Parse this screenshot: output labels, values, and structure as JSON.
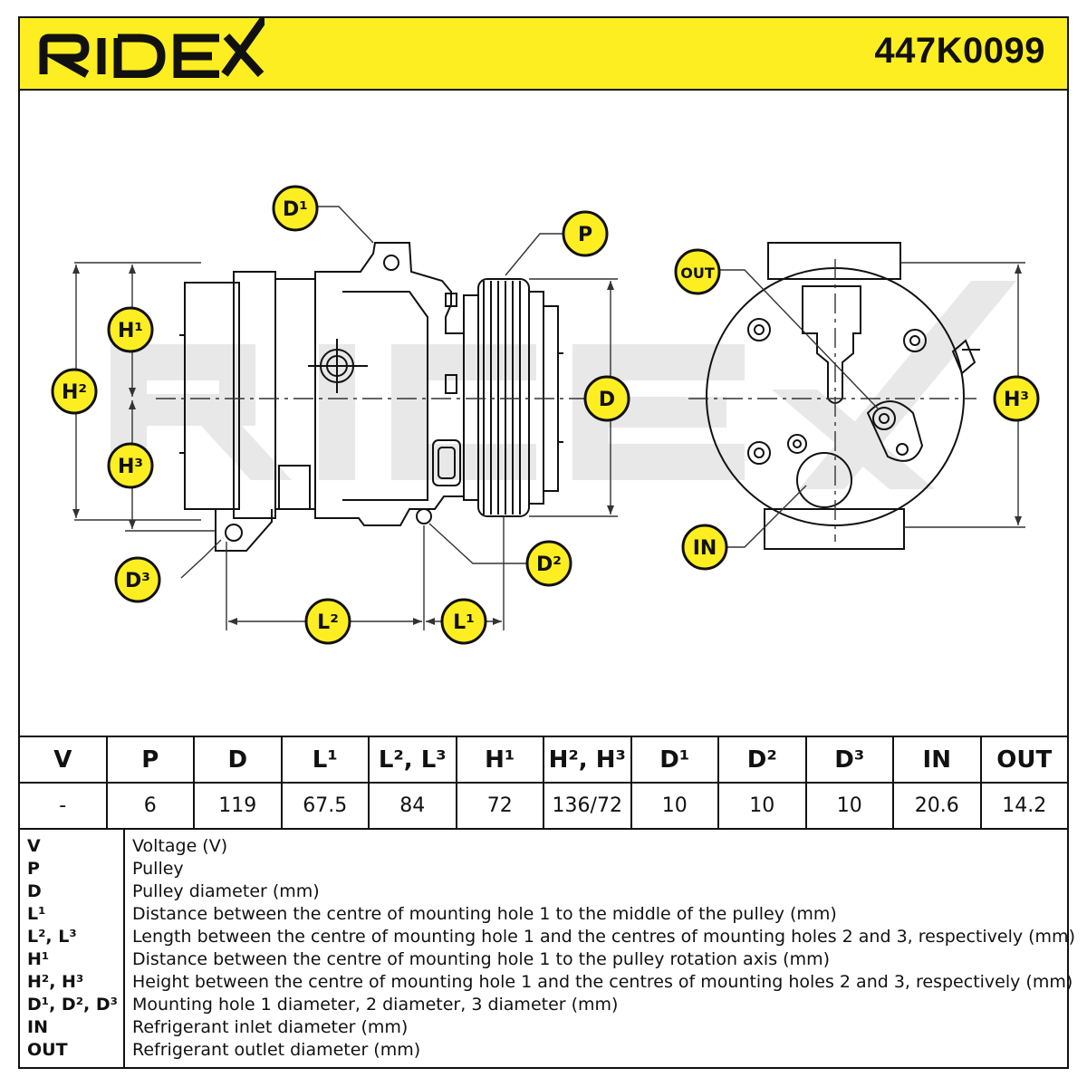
{
  "header": {
    "brand": "RIDEX",
    "part_number": "447K0099"
  },
  "watermark": "RIDEX",
  "colors": {
    "header_bg": "#fdee21",
    "badge_bg": "#fdee21",
    "badge_border": "#111111",
    "watermark": "#e6e6e6"
  },
  "callouts": {
    "d1": "D¹",
    "p": "P",
    "h1": "H¹",
    "h2": "H²",
    "h3_left": "H³",
    "d": "D",
    "d3": "D³",
    "d2": "D²",
    "l2": "L²",
    "l1": "L¹",
    "out": "OUT",
    "in": "IN",
    "h3_right": "H³"
  },
  "spec_table": {
    "headers": [
      "V",
      "P",
      "D",
      "L¹",
      "L², L³",
      "H¹",
      "H², H³",
      "D¹",
      "D²",
      "D³",
      "IN",
      "OUT"
    ],
    "values": [
      "-",
      "6",
      "119",
      "67.5",
      "84",
      "72",
      "136/72",
      "10",
      "10",
      "10",
      "20.6",
      "14.2"
    ]
  },
  "legend": [
    {
      "key": "V",
      "desc": "Voltage (V)"
    },
    {
      "key": "P",
      "desc": "Pulley"
    },
    {
      "key": "D",
      "desc": "Pulley diameter (mm)"
    },
    {
      "key": "L¹",
      "desc": "Distance between the centre of mounting hole 1 to the middle of the pulley (mm)"
    },
    {
      "key": "L², L³",
      "desc": "Length between the centre of mounting hole 1 and the centres of mounting holes 2 and 3, respectively (mm)"
    },
    {
      "key": "H¹",
      "desc": "Distance between the centre of mounting hole 1 to the pulley rotation axis (mm)"
    },
    {
      "key": "H², H³",
      "desc": "Height between the centre of mounting hole 1 and the centres of mounting holes 2 and 3, respectively (mm)"
    },
    {
      "key": "D¹, D², D³",
      "desc": "Mounting hole 1 diameter, 2 diameter, 3 diameter (mm)"
    },
    {
      "key": "IN",
      "desc": "Refrigerant inlet diameter (mm)"
    },
    {
      "key": "OUT",
      "desc": "Refrigerant outlet diameter (mm)"
    }
  ]
}
